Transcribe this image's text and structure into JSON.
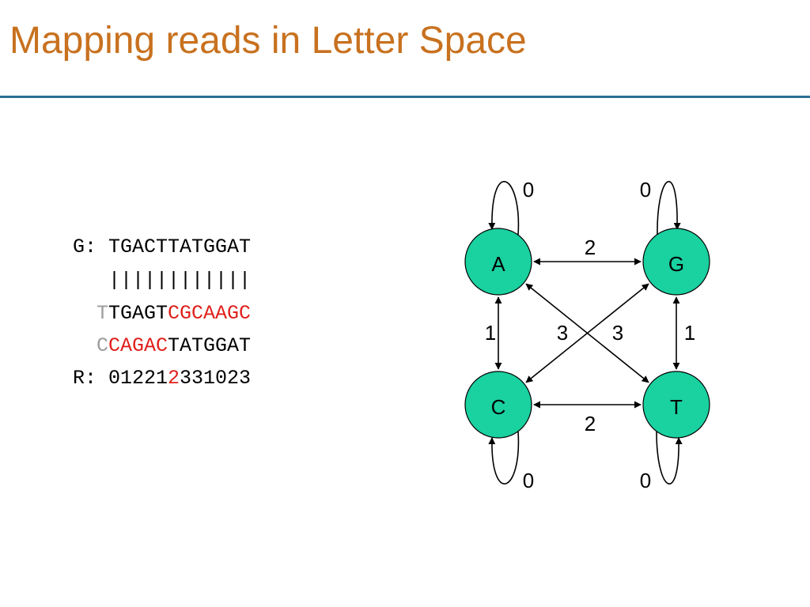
{
  "title": "Mapping reads in Letter Space",
  "colors": {
    "title": "#c8711f",
    "rule": "#2c6e96",
    "node_fill": "#1ad1a0",
    "text": "#000000",
    "mismatch": "#e0201c",
    "muted": "#9c9c9c"
  },
  "alignment": [
    [
      {
        "text": "G: TGACTTATGGAT",
        "tone": "text"
      }
    ],
    [
      {
        "text": "   ||||||||||||",
        "tone": "text"
      }
    ],
    [
      {
        "text": "  ",
        "tone": "text"
      },
      {
        "text": "T",
        "tone": "muted"
      },
      {
        "text": "TGAGT",
        "tone": "text"
      },
      {
        "text": "CGCAAGC",
        "tone": "mismatch"
      }
    ],
    [
      {
        "text": "  ",
        "tone": "text"
      },
      {
        "text": "C",
        "tone": "muted"
      },
      {
        "text": "CAGAC",
        "tone": "mismatch"
      },
      {
        "text": "TATGGAT",
        "tone": "text"
      }
    ],
    [
      {
        "text": "R: 01221",
        "tone": "text"
      },
      {
        "text": "2",
        "tone": "mismatch"
      },
      {
        "text": "331023",
        "tone": "text"
      }
    ]
  ],
  "diagram": {
    "nodes": [
      {
        "id": "A",
        "label": "A"
      },
      {
        "id": "G",
        "label": "G"
      },
      {
        "id": "C",
        "label": "C"
      },
      {
        "id": "T",
        "label": "T"
      }
    ],
    "edges": [
      {
        "from": "A",
        "to": "G",
        "label": "2"
      },
      {
        "from": "C",
        "to": "T",
        "label": "2"
      },
      {
        "from": "A",
        "to": "C",
        "label": "1"
      },
      {
        "from": "G",
        "to": "T",
        "label": "1"
      },
      {
        "from": "A",
        "to": "T",
        "label": "3"
      },
      {
        "from": "G",
        "to": "C",
        "label": "3"
      }
    ],
    "self_loops": [
      {
        "node": "A",
        "label": "0"
      },
      {
        "node": "G",
        "label": "0"
      },
      {
        "node": "C",
        "label": "0"
      },
      {
        "node": "T",
        "label": "0"
      }
    ]
  }
}
